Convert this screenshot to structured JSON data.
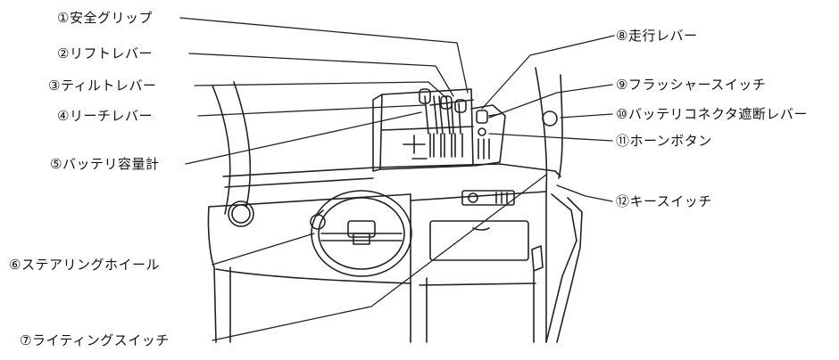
{
  "labels": {
    "l1": "①安全グリップ",
    "l2": "②リフトレバー",
    "l3": "③ティルトレバー",
    "l4": "④リーチレバー",
    "l5": "⑤バッテリ容量計",
    "l6": "⑥ステアリングホイール",
    "l7": "⑦ライティングスイッチ",
    "l8": "⑧走行レバー",
    "l9": "⑨フラッシャースイッチ",
    "l10": "⑩バッテリコネクタ遮断レバー",
    "l11": "⑪ホーンボタン",
    "l12": "⑫キースイッチ"
  }
}
